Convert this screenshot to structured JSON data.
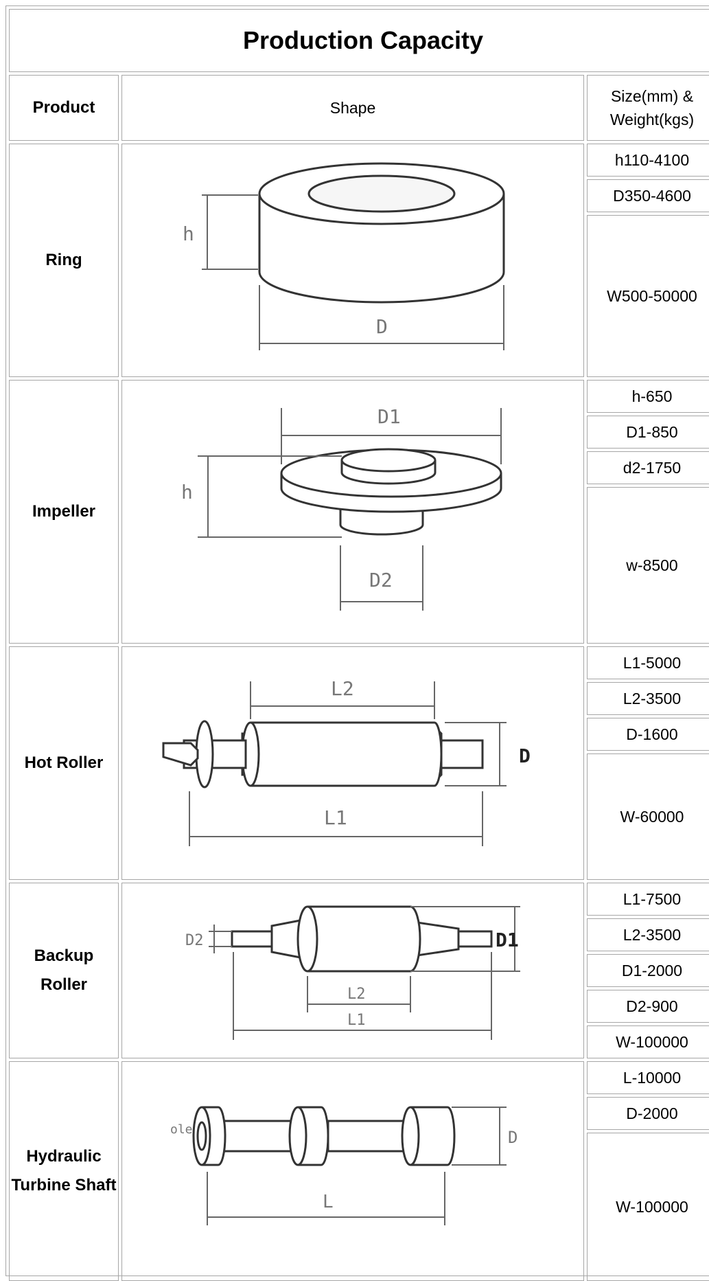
{
  "title": "Production Capacity",
  "headers": {
    "product": "Product",
    "shape": "Shape",
    "size": "Size(mm) & Weight(kgs)"
  },
  "rows": [
    {
      "product": "Ring",
      "specs": [
        "h110-4100",
        "D350-4600",
        "W500-50000"
      ],
      "drawing_labels": {
        "h": "h",
        "D": "D"
      }
    },
    {
      "product": "Impeller",
      "specs": [
        "h-650",
        "D1-850",
        "d2-1750",
        "w-8500"
      ],
      "drawing_labels": {
        "h": "h",
        "D1": "D1",
        "D2": "D2"
      }
    },
    {
      "product": "Hot Roller",
      "specs": [
        "L1-5000",
        "L2-3500",
        "D-1600",
        "W-60000"
      ],
      "drawing_labels": {
        "L2": "L2",
        "D": "D",
        "L1": "L1"
      }
    },
    {
      "product": "Backup Roller",
      "specs": [
        "L1-7500",
        "L2-3500",
        "D1-2000",
        "D2-900",
        "W-100000"
      ],
      "drawing_labels": {
        "D2": "D2",
        "D1": "D1",
        "L2": "L2",
        "L1": "L1"
      }
    },
    {
      "product": "Hydraulic Turbine Shaft",
      "specs": [
        "L-10000",
        "D-2000",
        "W-100000"
      ],
      "drawing_labels": {
        "ole": "ole",
        "D": "D",
        "L": "L"
      }
    }
  ]
}
